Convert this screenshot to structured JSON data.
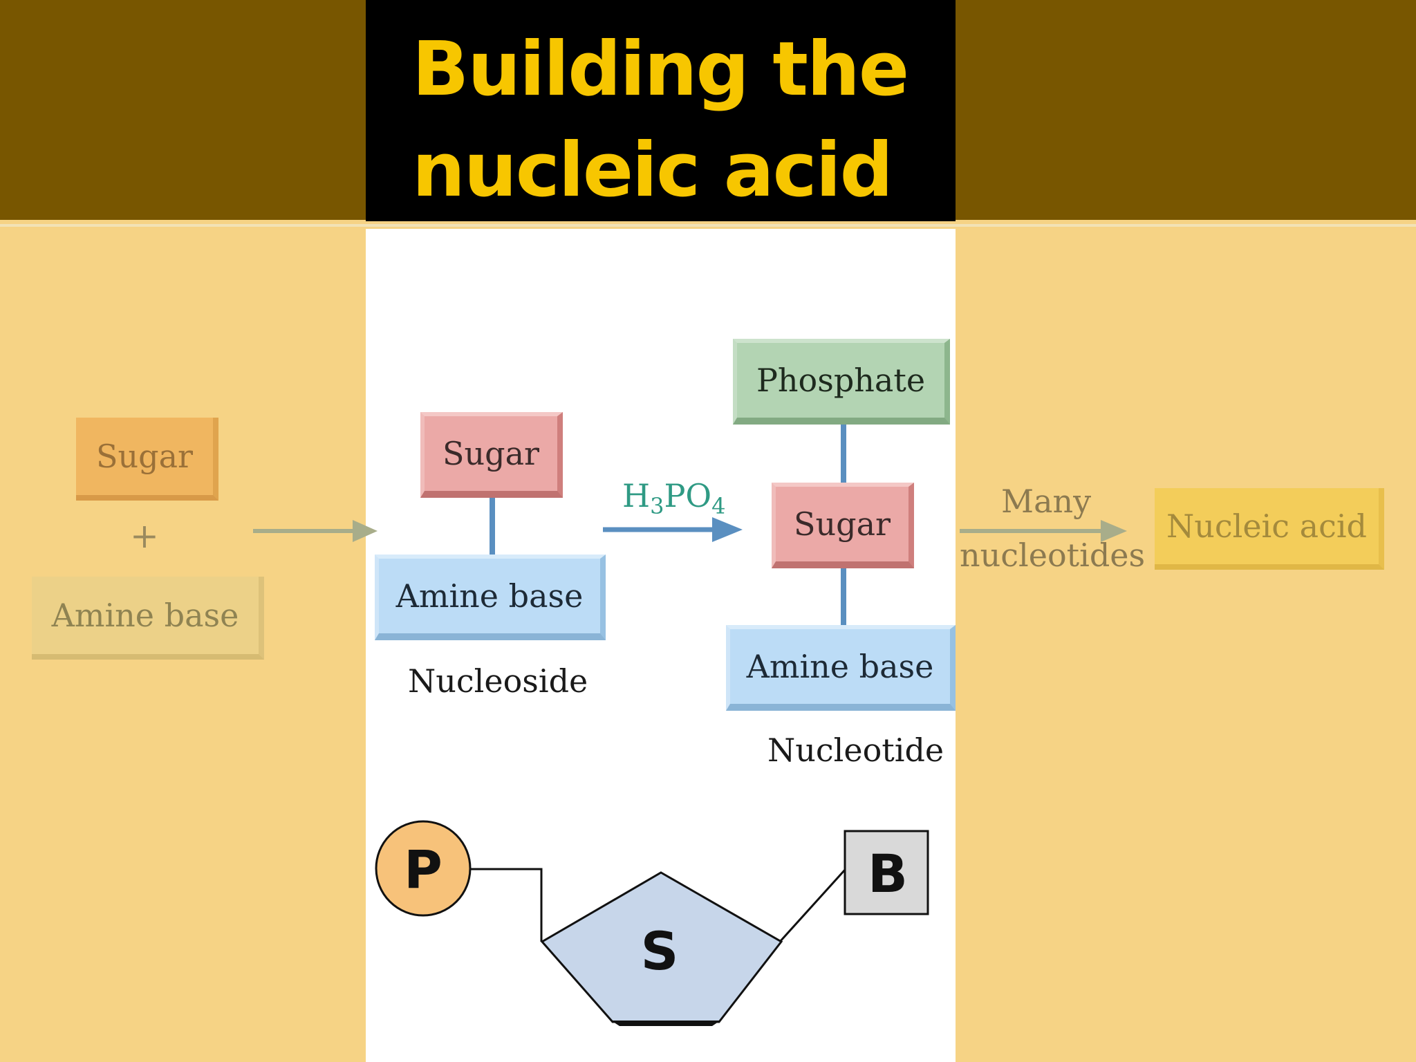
{
  "slide": {
    "title": "Building the\nnucleic acid"
  },
  "faded_diagram": {
    "sugar": "Sugar",
    "plus": "+",
    "amine_base": "Amine base",
    "many": "Many",
    "nucleotides": "nucleotides",
    "nucleic_acid": "Nucleic acid"
  },
  "main_diagram": {
    "sugar_1": "Sugar",
    "amine_base_1": "Amine base",
    "nucleoside_label": "Nucleoside",
    "reagent_H": "H",
    "reagent_sub3": "3",
    "reagent_PO": "PO",
    "reagent_sub4": "4",
    "phosphate": "Phosphate",
    "sugar_2": "Sugar",
    "amine_base_2": "Amine base",
    "nucleotide_label": "Nucleotide"
  },
  "schematic": {
    "phosphate_letter": "P",
    "sugar_letter": "S",
    "base_letter": "B"
  },
  "colors": {
    "title_text": "#f7c600",
    "top_band": "#785600",
    "background": "#f6d385",
    "arrow_main": "#5a8fc0",
    "reagent_text": "#2f9a84",
    "phosphate_circle": "#f7c27a",
    "sugar_pentagon": "#c7d6ea",
    "base_square": "#d9d9d9"
  }
}
